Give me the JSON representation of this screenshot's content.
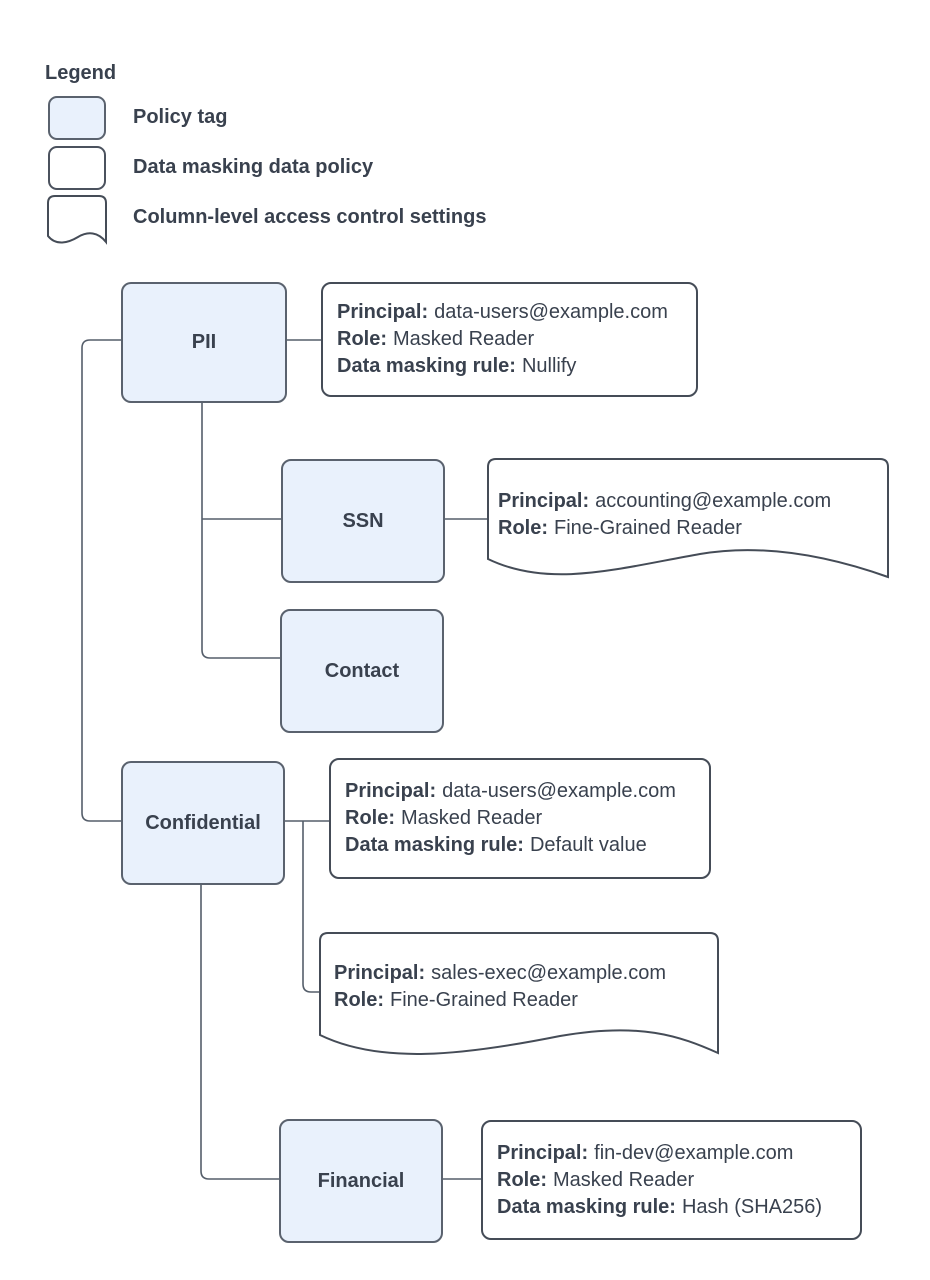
{
  "colors": {
    "policy_tag_fill": "#e9f1fc",
    "policy_tag_border": "#5a626e",
    "box_border": "#454c57",
    "text": "#39414e",
    "connector": "#555e6a",
    "background": "#ffffff"
  },
  "legend": {
    "title": "Legend",
    "items": [
      {
        "type": "policy-tag",
        "label": "Policy tag"
      },
      {
        "type": "data-masking-data-policy",
        "label": "Data masking data policy"
      },
      {
        "type": "column-level-access-control",
        "label": "Column-level access control settings"
      }
    ]
  },
  "policy_tags": [
    {
      "id": "pii",
      "label": "PII",
      "parent": null
    },
    {
      "id": "ssn",
      "label": "SSN",
      "parent": "pii"
    },
    {
      "id": "contact",
      "label": "Contact",
      "parent": "pii"
    },
    {
      "id": "confidential",
      "label": "Confidential",
      "parent": null
    },
    {
      "id": "financial",
      "label": "Financial",
      "parent": "confidential"
    }
  ],
  "data_policies": [
    {
      "attached_to": "pii",
      "lines": [
        [
          "Principal:",
          "data-users@example.com"
        ],
        [
          "Role:",
          "Masked Reader"
        ],
        [
          "Data masking rule:",
          "Nullify"
        ]
      ]
    },
    {
      "attached_to": "confidential",
      "lines": [
        [
          "Principal:",
          "data-users@example.com"
        ],
        [
          "Role:",
          "Masked Reader"
        ],
        [
          "Data masking rule:",
          "Default value"
        ]
      ]
    },
    {
      "attached_to": "financial",
      "lines": [
        [
          "Principal:",
          "fin-dev@example.com"
        ],
        [
          "Role:",
          "Masked Reader"
        ],
        [
          "Data masking rule:",
          "Hash (SHA256)"
        ]
      ]
    }
  ],
  "access_controls": [
    {
      "attached_to": "ssn",
      "lines": [
        [
          "Principal:",
          "accounting@example.com"
        ],
        [
          "Role:",
          "Fine-Grained Reader"
        ]
      ]
    },
    {
      "attached_to": "confidential",
      "lines": [
        [
          "Principal:",
          "sales-exec@example.com"
        ],
        [
          "Role:",
          "Fine-Grained Reader"
        ]
      ]
    }
  ]
}
